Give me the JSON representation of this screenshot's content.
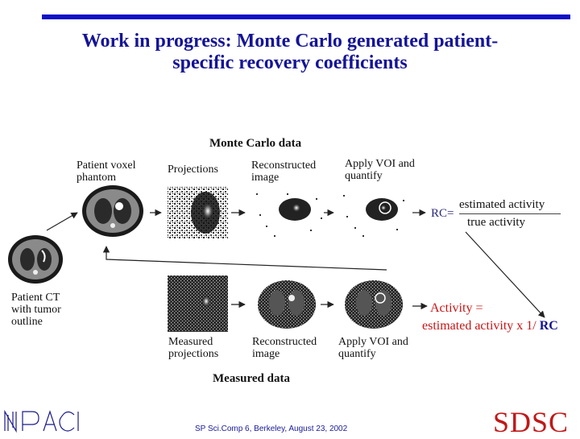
{
  "slide": {
    "title_line1": "Work in progress: Monte Carlo generated patient-",
    "title_line2": "specific recovery coefficients"
  },
  "diagram": {
    "monte_carlo_header": "Monte Carlo data",
    "measured_header": "Measured data",
    "patient_voxel_phantom": [
      "Patient voxel",
      "phantom"
    ],
    "projections": "Projections",
    "reconstructed_image_top": [
      "Reconstructed",
      "image"
    ],
    "apply_voi_top": [
      "Apply VOI and",
      "quantify"
    ],
    "patient_ct": [
      "Patient CT",
      "with tumor",
      "outline"
    ],
    "measured_projections": [
      "Measured",
      "projections"
    ],
    "reconstructed_image_bottom": [
      "Reconstructed",
      "image"
    ],
    "apply_voi_bottom": [
      "Apply VOI and",
      "quantify"
    ],
    "rc_label": "RC=",
    "rc_numerator": "estimated activity",
    "rc_denominator": "true activity",
    "activity_line1": "Activity =",
    "activity_line2": "estimated activity x 1/",
    "activity_rc": "RC"
  },
  "footer": {
    "text": "SP Sci.Comp 6, Berkeley, August 23, 2002",
    "logo_left": "NPACI",
    "logo_right": "SDSC"
  },
  "colors": {
    "title": "#141496",
    "accent_red": "#c81414",
    "bar": "#1010c8"
  }
}
